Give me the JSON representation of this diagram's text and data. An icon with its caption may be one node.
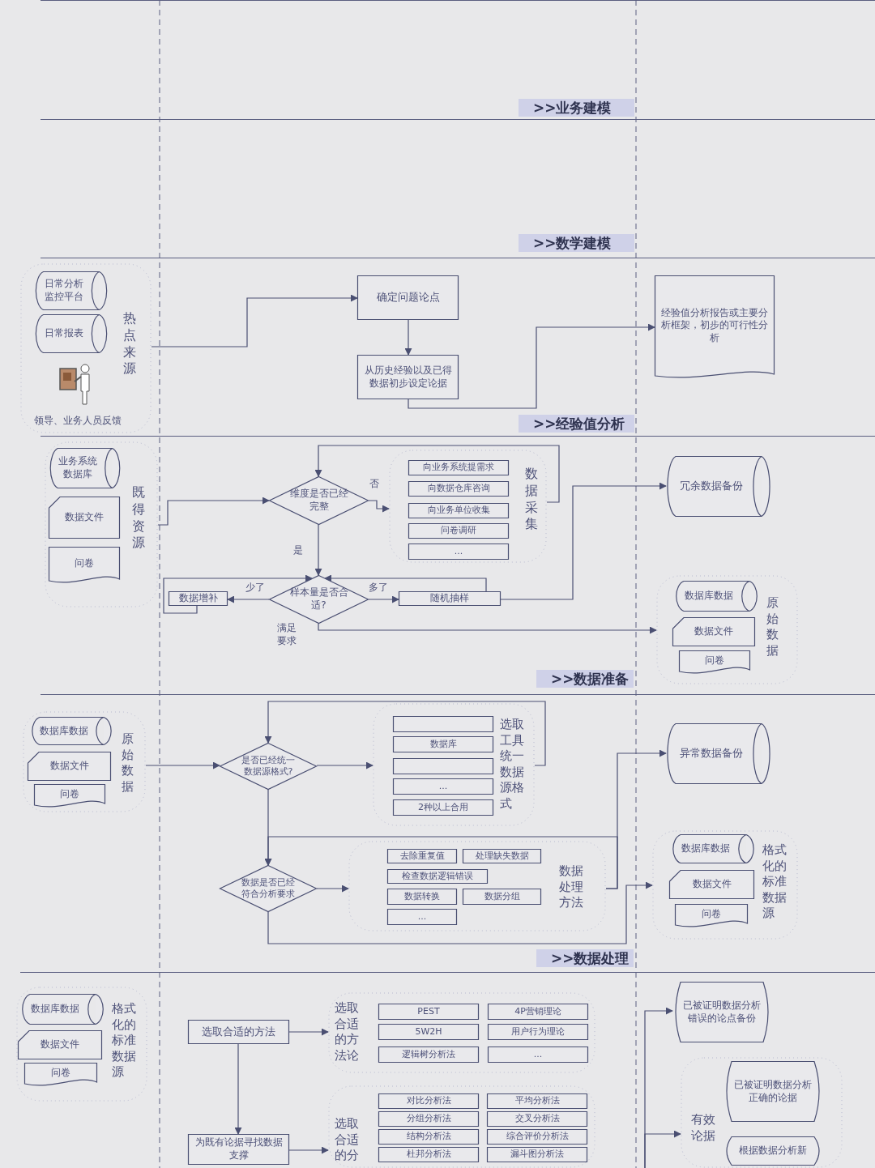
{
  "diagram": {
    "nodes": [
      {
        "text": [
          "热点来源"
        ]
      },
      {
        "text": [
          "日常分析监控平台"
        ],
        "in": 0
      },
      {
        "text": [
          "日常报表"
        ],
        "in": 0
      },
      {
        "text": [
          "领导、业务人员反馈"
        ],
        "in": 0
      },
      {
        "text": [
          "确定问题论点"
        ]
      },
      {
        "text": [
          "从历史经验以及已得数据初步设定论据"
        ]
      },
      {
        "text": [
          "经验值分析报告或主要分析框架，初步的可行性分析"
        ]
      },
      {
        "text": [
          "既得资源"
        ]
      },
      {
        "text": [
          "业务系统数据库"
        ],
        "in": 7
      },
      {
        "text": [
          "数据文件"
        ],
        "in": 7
      },
      {
        "text": [
          "问卷"
        ],
        "in": 7
      },
      {
        "text": [
          "维度是否已经完整"
        ]
      },
      {
        "text": [
          "数据采集"
        ]
      },
      {
        "text": [
          "向业务系统提需求"
        ],
        "in": 12
      },
      {
        "text": [
          "向数据仓库咨询"
        ],
        "in": 12
      },
      {
        "text": [
          "向业务单位收集"
        ],
        "in": 12
      },
      {
        "text": [
          "问卷调研"
        ],
        "in": 12
      },
      {
        "text": [
          "..."
        ],
        "in": 12
      },
      {
        "text": [
          "样本量是否合适?"
        ]
      },
      {
        "text": [
          "数据增补"
        ]
      },
      {
        "text": [
          "随机抽样"
        ]
      },
      {
        "text": [
          "冗余数据备份"
        ]
      },
      {
        "text": [
          "原始数据"
        ]
      },
      {
        "text": [
          "数据库数据"
        ],
        "in": 22
      },
      {
        "text": [
          "数据文件"
        ],
        "in": 22
      },
      {
        "text": [
          "问卷"
        ],
        "in": 22
      },
      {
        "text": [
          "原始数据"
        ]
      },
      {
        "text": [
          "数据库数据"
        ],
        "in": 26
      },
      {
        "text": [
          "数据文件"
        ],
        "in": 26
      },
      {
        "text": [
          "问卷"
        ],
        "in": 26
      },
      {
        "text": [
          "是否已经统一数据源格式?"
        ]
      },
      {
        "text": [
          "选取工具统一数据源格式"
        ]
      },
      {
        "text": [],
        "shape": "box",
        "in": 31
      },
      {
        "text": [
          "数据库"
        ],
        "in": 31
      },
      {
        "text": [],
        "shape": "box",
        "in": 31
      },
      {
        "text": [
          "..."
        ],
        "in": 31
      },
      {
        "text": [
          "2种以上合用"
        ],
        "in": 31
      },
      {
        "text": [
          "数据是否已经符合分析要求"
        ]
      },
      {
        "text": [
          "数据处理方法"
        ]
      },
      {
        "text": [
          "去除重复值"
        ],
        "in": 38
      },
      {
        "text": [
          "处理缺失数据"
        ],
        "in": 38
      },
      {
        "text": [
          "检查数据逻辑错误"
        ],
        "in": 38
      },
      {
        "text": [
          "数据转换"
        ],
        "in": 38
      },
      {
        "text": [
          "数据分组"
        ],
        "in": 38
      },
      {
        "text": [
          "..."
        ],
        "in": 38
      },
      {
        "text": [
          "异常数据备份"
        ]
      },
      {
        "text": [
          "格式化的标准数据源"
        ]
      },
      {
        "text": [
          "数据库数据"
        ],
        "in": 46
      },
      {
        "text": [
          "数据文件"
        ],
        "in": 46
      },
      {
        "text": [
          "问卷"
        ],
        "in": 46
      },
      {
        "text": [
          "格式化的标准数据源"
        ]
      },
      {
        "text": [
          "数据库数据"
        ],
        "in": 50
      },
      {
        "text": [
          "数据文件"
        ],
        "in": 50
      },
      {
        "text": [
          "问卷"
        ],
        "in": 50
      },
      {
        "text": [
          "选取合适的方法"
        ]
      },
      {
        "text": [
          "为既有论据寻找数据支撑"
        ]
      },
      {
        "text": [
          "选取合适的方法论"
        ]
      },
      {
        "text": [
          "PEST"
        ],
        "in": 56
      },
      {
        "text": [
          "4P营销理论"
        ],
        "in": 56
      },
      {
        "text": [
          "5W2H"
        ],
        "in": 56
      },
      {
        "text": [
          "用户行为理论"
        ],
        "in": 56
      },
      {
        "text": [
          "逻辑树分析法"
        ],
        "in": 56
      },
      {
        "text": [
          "..."
        ],
        "in": 56
      },
      {
        "text": [
          "选取合适的分"
        ]
      },
      {
        "text": [
          "对比分析法"
        ],
        "in": 63
      },
      {
        "text": [
          "平均分析法"
        ],
        "in": 63
      },
      {
        "text": [
          "分组分析法"
        ],
        "in": 63
      },
      {
        "text": [
          "交叉分析法"
        ],
        "in": 63
      },
      {
        "text": [
          "结构分析法"
        ],
        "in": 63
      },
      {
        "text": [
          "综合评价分析法"
        ],
        "in": 63
      },
      {
        "text": [
          "杜邦分析法"
        ],
        "in": 63
      },
      {
        "text": [
          "漏斗图分析法"
        ],
        "in": 63
      },
      {
        "text": [
          "已被证明数据分析错误的论点备份"
        ]
      },
      {
        "text": [
          "有效论据"
        ]
      },
      {
        "text": [
          "已被证明数据分析正确的论据"
        ],
        "in": 73
      },
      {
        "text": [
          "根据数据分析新"
        ],
        "in": 73
      }
    ],
    "edges": [
      {
        "from": 0,
        "to": 4,
        "arrow": "to"
      },
      {
        "from": 4,
        "to": 5,
        "arrow": "to"
      },
      {
        "from": 5,
        "to": 6,
        "arrow": "to"
      },
      {
        "from": 7,
        "to": 11,
        "arrow": "to"
      },
      {
        "from": 11,
        "to": 12,
        "arrow": "to",
        "label": "否"
      },
      {
        "from": 12,
        "to": 11,
        "arrow": "to"
      },
      {
        "from": 11,
        "to": 18,
        "arrow": "to",
        "label": "是"
      },
      {
        "from": 18,
        "to": 19,
        "arrow": "to",
        "label": "少了"
      },
      {
        "from": 19,
        "to": 18,
        "arrow": "to"
      },
      {
        "from": 18,
        "to": 20,
        "arrow": "to",
        "label": "多了"
      },
      {
        "from": 20,
        "to": 18,
        "arrow": "to"
      },
      {
        "from": 20,
        "to": 21,
        "arrow": "to"
      },
      {
        "from": 18,
        "to": 22,
        "arrow": "to",
        "label": "满足要求"
      },
      {
        "from": 26,
        "to": 30,
        "arrow": "to"
      },
      {
        "from": 30,
        "to": 31,
        "arrow": "to"
      },
      {
        "from": 31,
        "to": 30,
        "arrow": "to"
      },
      {
        "from": 30,
        "to": 37,
        "arrow": "to"
      },
      {
        "from": 37,
        "to": 38,
        "arrow": "to"
      },
      {
        "from": 38,
        "to": 45,
        "arrow": "to"
      },
      {
        "from": 38,
        "to": 37,
        "arrow": "to"
      },
      {
        "from": 37,
        "to": 46,
        "arrow": "to"
      },
      {
        "from": 54,
        "to": 56,
        "arrow": "to"
      },
      {
        "from": 54,
        "to": 55,
        "arrow": "to"
      },
      {
        "from": 55,
        "to": 63,
        "arrow": "to"
      },
      {
        "from": null,
        "to": 72,
        "arrow": "to"
      },
      {
        "from": null,
        "to": 73,
        "arrow": "to"
      }
    ],
    "labels": [
      ">>业务建模",
      ">>数学建模",
      ">>经验值分析",
      ">>数据准备",
      ">>数据处理"
    ]
  }
}
